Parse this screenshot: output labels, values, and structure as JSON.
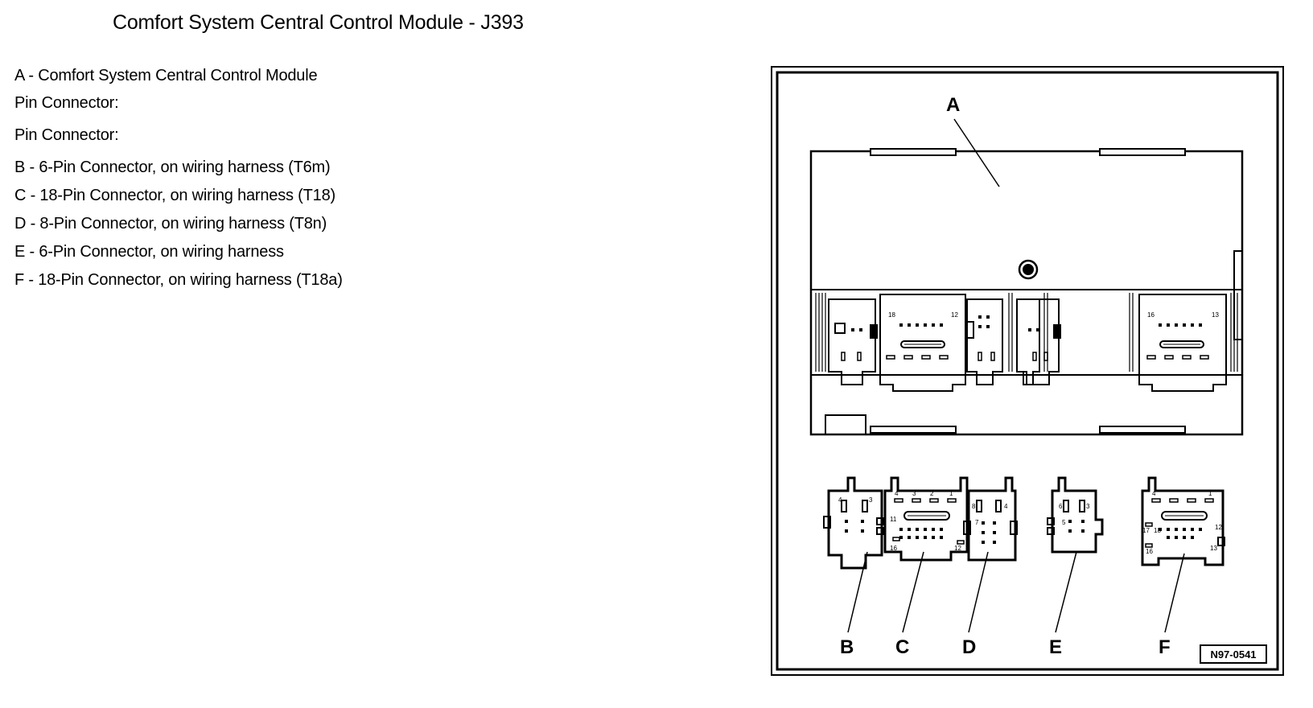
{
  "title": "Comfort System Central Control Module - J393",
  "legend": [
    "A - Comfort System Central Control Module",
    "Pin Connector:",
    "Pin Connector:",
    "B - 6-Pin Connector, on wiring harness (T6m)",
    "C - 18-Pin Connector, on wiring harness (T18)",
    "D - 8-Pin Connector, on wiring harness (T8n)",
    "E - 6-Pin Connector, on wiring harness",
    "F - 18-Pin Connector, on wiring harness (T18a)"
  ],
  "diagram": {
    "callouts": {
      "a": "A",
      "b": "B",
      "c": "C",
      "d": "D",
      "e": "E",
      "f": "F"
    },
    "figure_ref": "N97-0541",
    "pins": {
      "p4": "4",
      "p3": "3",
      "p5": "5",
      "p6": "6",
      "p1": "1",
      "p2": "2",
      "p7": "7",
      "p8": "8",
      "p11": "11",
      "p12": "12",
      "p13": "13",
      "p16": "16",
      "p17": "17",
      "p18": "18"
    }
  }
}
